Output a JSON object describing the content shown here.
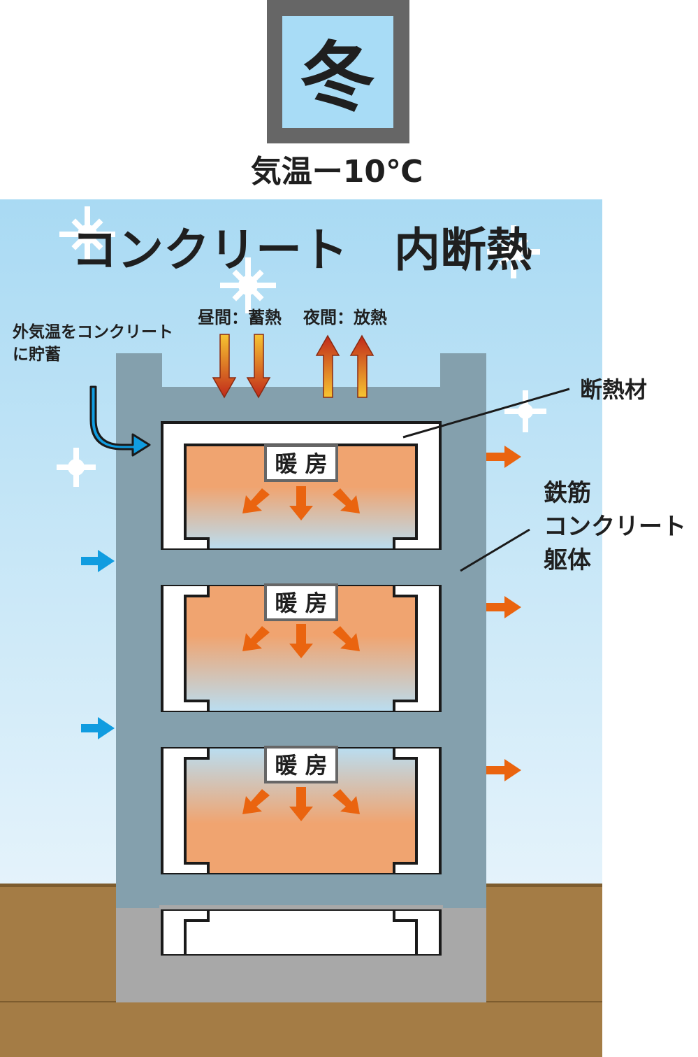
{
  "season": {
    "label": "冬"
  },
  "temperature": "気温ー10℃",
  "title": "コンクリート　内断熱",
  "labels": {
    "daytime": "昼間：蓄熱",
    "nighttime": "夜間：放熱",
    "outside_air": [
      "外気温をコンクリート",
      "に貯蓄"
    ],
    "insulation": "断熱材",
    "structure": [
      "鉄筋",
      "コンクリート",
      "躯体"
    ]
  },
  "rooms": [
    {
      "label": "暖 房"
    },
    {
      "label": "暖 房"
    },
    {
      "label": "暖 房"
    }
  ],
  "colors": {
    "sky_top": "#a9daf3",
    "sky_bottom": "#f3f9fd",
    "concrete": "#84a0ad",
    "foundation": "#a8a8a8",
    "ground": "#a47c45",
    "room_warm": "#f0a470",
    "room_cool": "#b9def2",
    "cold_arrow": "#109ce0",
    "heat_arrow": "#ea640f",
    "badge_frame": "#666666",
    "badge_fill": "#a8dcf6"
  }
}
